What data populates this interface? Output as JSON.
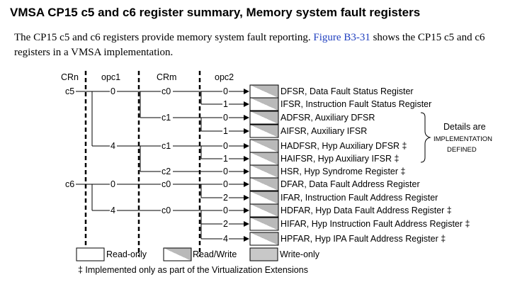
{
  "heading": "VMSA CP15 c5 and c6 register summary, Memory system fault registers",
  "intro": {
    "before": "The CP15 c5 and c6 registers provide memory system fault reporting. ",
    "link": "Figure B3-31",
    "after": " shows the CP15 c5 and c6 registers in a VMSA implementation."
  },
  "diagram": {
    "headers": {
      "crn": "CRn",
      "opc1": "opc1",
      "crm": "CRm",
      "opc2": "opc2"
    },
    "crn_values": [
      "c5",
      "c6"
    ],
    "opc1_values": [
      "0",
      "4",
      "0",
      "4"
    ],
    "crm_values": [
      "c0",
      "c1",
      "c1",
      "c2",
      "c0",
      "c0"
    ],
    "opc2_values": [
      "0",
      "1",
      "0",
      "1",
      "0",
      "1",
      "0",
      "0",
      "2",
      "0",
      "2",
      "4"
    ],
    "registers": [
      {
        "text": "DFSR, Data Fault Status Register",
        "access": "read-write"
      },
      {
        "text": "IFSR, Instruction Fault Status Register",
        "access": "read-write"
      },
      {
        "text": "ADFSR, Auxiliary DFSR",
        "access": "read-write"
      },
      {
        "text": "AIFSR, Auxiliary IFSR",
        "access": "read-write"
      },
      {
        "text": "HADFSR, Hyp Auxiliary DFSR ‡",
        "access": "read-write"
      },
      {
        "text": "HAIFSR, Hyp Auxiliary IFSR ‡",
        "access": "read-write"
      },
      {
        "text": "HSR, Hyp Syndrome Register ‡",
        "access": "read-write"
      },
      {
        "text": "DFAR, Data Fault Address Register",
        "access": "read-write"
      },
      {
        "text": "IFAR, Instruction Fault Address Register",
        "access": "read-write"
      },
      {
        "text": "HDFAR, Hyp Data Fault Address Register ‡",
        "access": "read-write"
      },
      {
        "text": "HIFAR, Hyp Instruction Fault Address Register ‡",
        "access": "read-write"
      },
      {
        "text": "HPFAR, Hyp IPA Fault Address Register ‡",
        "access": "read-write"
      }
    ],
    "details_note": {
      "line1": "Details are",
      "line2": "IMPLEMENTATION",
      "line3": "DEFINED"
    },
    "legend": {
      "read_only": "Read-only",
      "read_write": "Read/Write",
      "write_only": "Write-only"
    },
    "footnote": "‡ Implemented only as part of the Virtualization Extensions"
  },
  "colors": {
    "link": "#1f3fbf",
    "box_fill": "#c8c8c8",
    "box_shade": "#a0a0a0"
  }
}
